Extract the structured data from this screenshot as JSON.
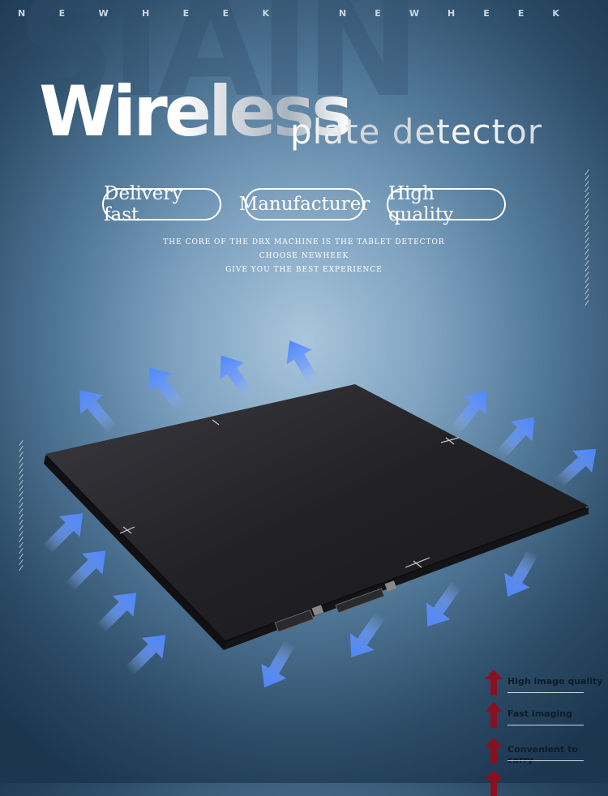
{
  "header": {
    "brand_letters_left": [
      "N",
      "E",
      "W",
      "H",
      "E",
      "E",
      "K"
    ],
    "brand_letters_right": [
      "N",
      "E",
      "W",
      "H",
      "E",
      "E",
      "K"
    ],
    "title_big": "Wireless",
    "title_small": "plate detector"
  },
  "badges": [
    {
      "label": "Delivery fast"
    },
    {
      "label": "Manufacturer"
    },
    {
      "label": "High quality"
    }
  ],
  "subtitle": {
    "line1": "THE CORE OF THE DRX MACHINE IS THE TABLET DETECTOR",
    "line2": "CHOOSE NEWHEEK",
    "line3": "GIVE YOU THE BEST EXPERIENCE"
  },
  "features": [
    {
      "label": "High image quality"
    },
    {
      "label": "Fast imaging"
    },
    {
      "label": "Convenient to carry"
    }
  ],
  "colors": {
    "arrow_blue": "#5a8fff",
    "feature_arrow": "#8a1020",
    "plate": "#1f1f24"
  }
}
